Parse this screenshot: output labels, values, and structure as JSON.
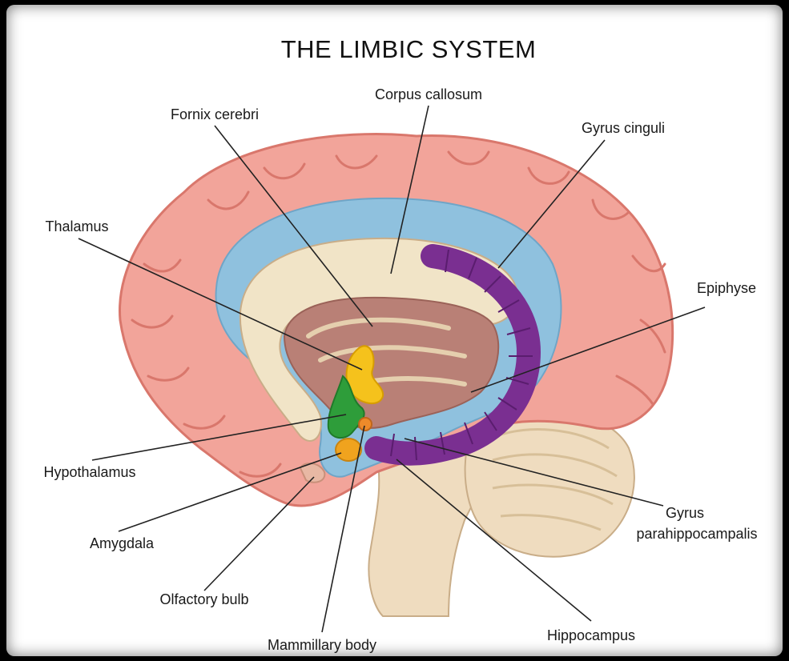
{
  "title": "THE LIMBIC SYSTEM",
  "labels": {
    "corpus_callosum": "Corpus callosum",
    "fornix_cerebri": "Fornix cerebri",
    "gyrus_cinguli": "Gyrus cinguli",
    "thalamus": "Thalamus",
    "epiphyse": "Epiphyse",
    "hypothalamus": "Hypothalamus",
    "amygdala": "Amygdala",
    "olfactory_bulb": "Olfactory bulb",
    "mammillary_body": "Mammillary body",
    "hippocampus": "Hippocampus",
    "gyrus_parahippocampalis_line1": "Gyrus",
    "gyrus_parahippocampalis_line2": "parahippocampalis"
  },
  "colors": {
    "cortex": "#f2a49a",
    "cortex_outline": "#d9776c",
    "gyrus_cinguli": "#8fc1de",
    "corpus_callosum": "#f1e4c7",
    "interior": "#b98076",
    "brainstem": "#efdcbf",
    "cerebellum": "#efdcbf",
    "hippocampus": "#7a2f91",
    "thalamus": "#f5c21c",
    "hypothalamus": "#2e9d3a",
    "amygdala": "#f0a31e",
    "mammillary": "#ee8a2a"
  }
}
